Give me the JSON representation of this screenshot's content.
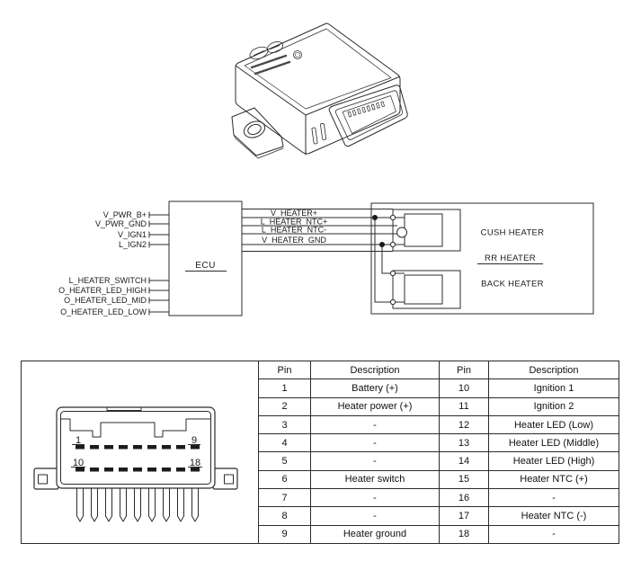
{
  "module_drawing": {
    "marks": [
      "hyundai-oval-logo",
      "kia-oval-logo",
      "round-certification-mark",
      "part-number-text-illegible"
    ]
  },
  "wiring_diagram": {
    "ecu_label": "ECU",
    "left_pins": [
      "V_PWR_B+",
      "V_PWR_GND",
      "V_IGN1",
      "L_IGN2",
      "L_HEATER_SWITCH",
      "O_HEATER_LED_HIGH",
      "O_HEATER_LED_MID",
      "O_HEATER_LED_LOW"
    ],
    "right_wires": [
      "V_HEATER+",
      "L_HEATER_NTC+",
      "L_HEATER_NTC-",
      "V_HEATER_GND"
    ],
    "heater_assembly": {
      "top_unit": "CUSH HEATER",
      "assembly_label": "RR HEATER",
      "bottom_unit": "BACK HEATER"
    }
  },
  "connector_drawing": {
    "pin_numbers": {
      "row1_first": "1",
      "row1_last": "9",
      "row2_first": "10",
      "row2_last": "18"
    }
  },
  "pin_table": {
    "headers": [
      "Pin",
      "Description",
      "Pin",
      "Description"
    ],
    "rows": [
      [
        "1",
        "Battery (+)",
        "10",
        "Ignition 1"
      ],
      [
        "2",
        "Heater power (+)",
        "11",
        "Ignition 2"
      ],
      [
        "3",
        "-",
        "12",
        "Heater LED (Low)"
      ],
      [
        "4",
        "-",
        "13",
        "Heater LED (Middle)"
      ],
      [
        "5",
        "-",
        "14",
        "Heater LED (High)"
      ],
      [
        "6",
        "Heater switch",
        "15",
        "Heater NTC (+)"
      ],
      [
        "7",
        "-",
        "16",
        "-"
      ],
      [
        "8",
        "-",
        "17",
        "Heater NTC (-)"
      ],
      [
        "9",
        "Heater ground",
        "18",
        "-"
      ]
    ]
  },
  "colors": {
    "line": "#2b2b2b",
    "background": "#ffffff"
  }
}
